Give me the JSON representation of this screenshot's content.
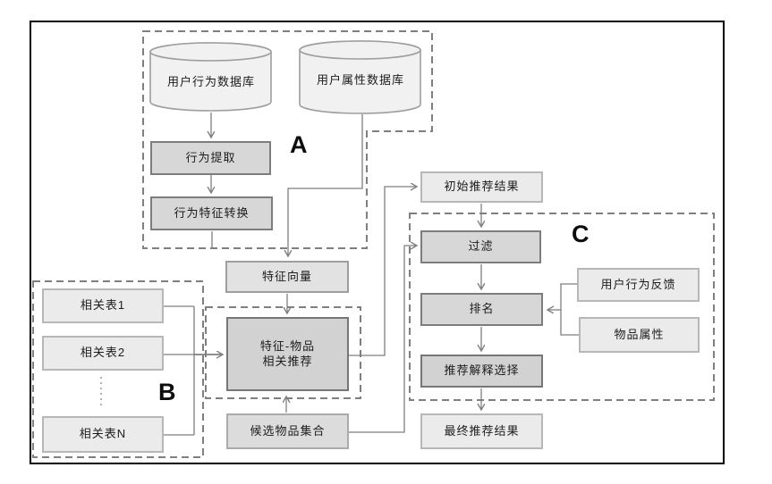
{
  "regions": {
    "a": "A",
    "b": "B",
    "c": "C"
  },
  "nodes": {
    "user_behavior_db": "用户行为数据库",
    "user_attribute_db": "用户属性数据库",
    "behavior_extraction": "行为提取",
    "behavior_feature_conversion": "行为特征转换",
    "feature_vector": "特征向量",
    "related_table_1": "相关表1",
    "related_table_2": "相关表2",
    "related_table_n": "相关表N",
    "feature_item_line1": "特征-物品",
    "feature_item_line2": "相关推荐",
    "candidate_item_set": "候选物品集合",
    "initial_recommendation_result": "初始推荐结果",
    "filter": "过滤",
    "ranking": "排名",
    "user_behavior_feedback": "用户行为反馈",
    "item_attribute": "物品属性",
    "recommendation_explanation_selection": "推荐解释选择",
    "final_recommendation_result": "最终推荐结果"
  },
  "colors": {
    "frame_border": "#000000",
    "connector": "#7f7f7f",
    "dashed_region": "#7f7f7f",
    "box_light_fill": "#ebebeb",
    "box_dark_fill": "#d7d7d7",
    "box_light_border": "#b7b7b7",
    "box_dark_border": "#7d7d7d",
    "cylinder_fill": "#f1f1f1"
  }
}
